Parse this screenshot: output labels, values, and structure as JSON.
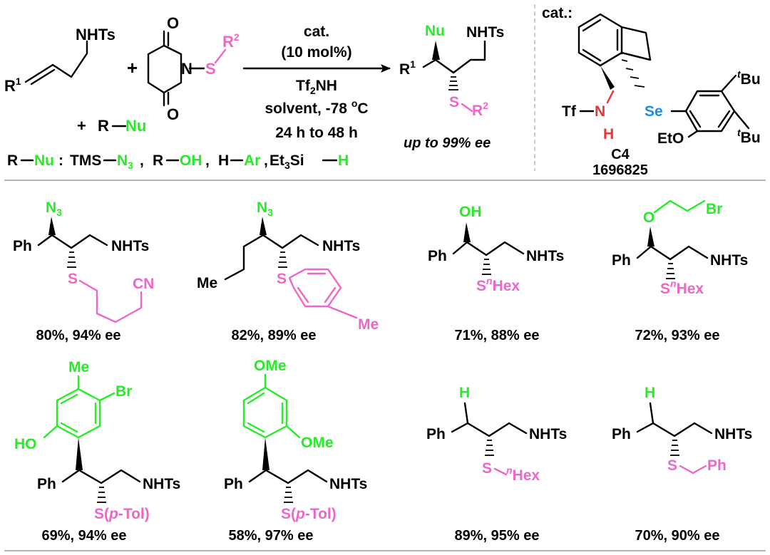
{
  "colors": {
    "substituent": "#ee66c8",
    "nucleophile": "#22ee22",
    "selenium": "#1a8fe0",
    "nh": "#ee3333",
    "bond": "#000000"
  },
  "scheme": {
    "alkene": {
      "r1": "R",
      "r1_sup": "1",
      "nhts": "NHTs"
    },
    "plus_1": "+",
    "plus_2": "+",
    "nu_reagent": {
      "r": "R",
      "nu": "Nu"
    },
    "succinimide": {
      "o_top": "O",
      "o_bottom": "O",
      "n": "N",
      "s": "S",
      "r2": "R",
      "r2_sup": "2"
    },
    "conditions": {
      "line1": "cat.",
      "line2": "(10 mol%)",
      "line3_a": "Tf",
      "line3_sub": "2",
      "line3_b": "NH",
      "line4_a": "solvent, -78 ",
      "line4_sup": "o",
      "line4_b": "C",
      "line5": "24 h to 48 h"
    },
    "product": {
      "nu": "Nu",
      "nhts": "NHTs",
      "r1": "R",
      "r1_sup": "1",
      "s": "S",
      "r2": "R",
      "r2_sup": "2"
    },
    "ee_note": "up to 99% ee",
    "nucleophile_list": {
      "prefix_r": "R",
      "prefix_nu": "Nu",
      "colon": ":",
      "tms": "TMS",
      "n3_a": "N",
      "n3_sub": "3",
      "comma1": ",",
      "r": "R",
      "oh": "OH",
      "comma2": ",",
      "h": "H",
      "ar": "Ar",
      "comma3": ",",
      "et3si_a": "Et",
      "et3si_sub": "3",
      "et3si_b": "Si",
      "h2": "H"
    }
  },
  "catalyst": {
    "label": "cat.:",
    "tf": "Tf",
    "n": "N",
    "h": "H",
    "se": "Se",
    "eto": "EtO",
    "tbu_t": "t",
    "tbu": "Bu",
    "name": "C4",
    "ccdc": "1696825"
  },
  "examples": [
    {
      "yield_ee": "80%, 94% ee",
      "nu_a": "N",
      "nu_sub": "3",
      "ph": "Ph",
      "nhts": "NHTs",
      "s": "S",
      "cn": "CN"
    },
    {
      "yield_ee": "82%, 89% ee",
      "nu_a": "N",
      "nu_sub": "3",
      "me": "Me",
      "nhts": "NHTs",
      "s": "S",
      "ar_me": "Me"
    },
    {
      "yield_ee": "71%, 88% ee",
      "nu": "OH",
      "ph": "Ph",
      "nhts": "NHTs",
      "s": "S",
      "sup": "n",
      "hex": "Hex"
    },
    {
      "yield_ee": "72%, 93% ee",
      "o": "O",
      "br": "Br",
      "ph": "Ph",
      "nhts": "NHTs",
      "s": "S",
      "sup": "n",
      "hex": "Hex"
    },
    {
      "yield_ee": "69%, 94% ee",
      "me": "Me",
      "br": "Br",
      "ho": "HO",
      "ph": "Ph",
      "nhts": "NHTs",
      "s_a": "S(",
      "s_p": "p",
      "s_b": "-Tol)"
    },
    {
      "yield_ee": "58%, 97% ee",
      "ome1": "OMe",
      "ome2": "OMe",
      "ph": "Ph",
      "nhts": "NHTs",
      "s_a": "S(",
      "s_p": "p",
      "s_b": "-Tol)"
    },
    {
      "yield_ee": "89%, 95% ee",
      "h": "H",
      "ph": "Ph",
      "nhts": "NHTs",
      "s": "S",
      "sup": "n",
      "hex": "Hex"
    },
    {
      "yield_ee": "70%, 90% ee",
      "h": "H",
      "ph": "Ph",
      "nhts": "NHTs",
      "s": "S",
      "bn_ph": "Ph"
    }
  ]
}
